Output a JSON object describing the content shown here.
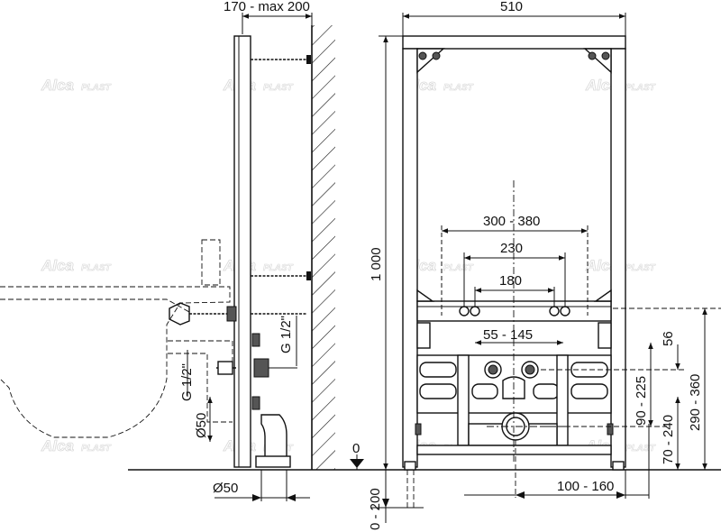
{
  "watermark": {
    "brand": "Alca",
    "sub": "PLAST"
  },
  "side_view": {
    "depth_label": "170 - max 200",
    "pipe_label_1": "G 1/2\"",
    "pipe_label_2": "G 1/2\"",
    "drain_label": "Ø50",
    "drain_bottom_label": "Ø50"
  },
  "front_view": {
    "width_label": "510",
    "height_label": "1 000",
    "span_1": "300 - 380",
    "span_2": "230",
    "span_3": "180",
    "spacing_1": "55 - 145",
    "right_1": "56",
    "right_2": "90 - 225",
    "right_3": "70 - 240",
    "right_4": "290 - 360",
    "bottom_label": "100 - 160",
    "zero_label": "0",
    "floor_label": "0 - 200"
  }
}
